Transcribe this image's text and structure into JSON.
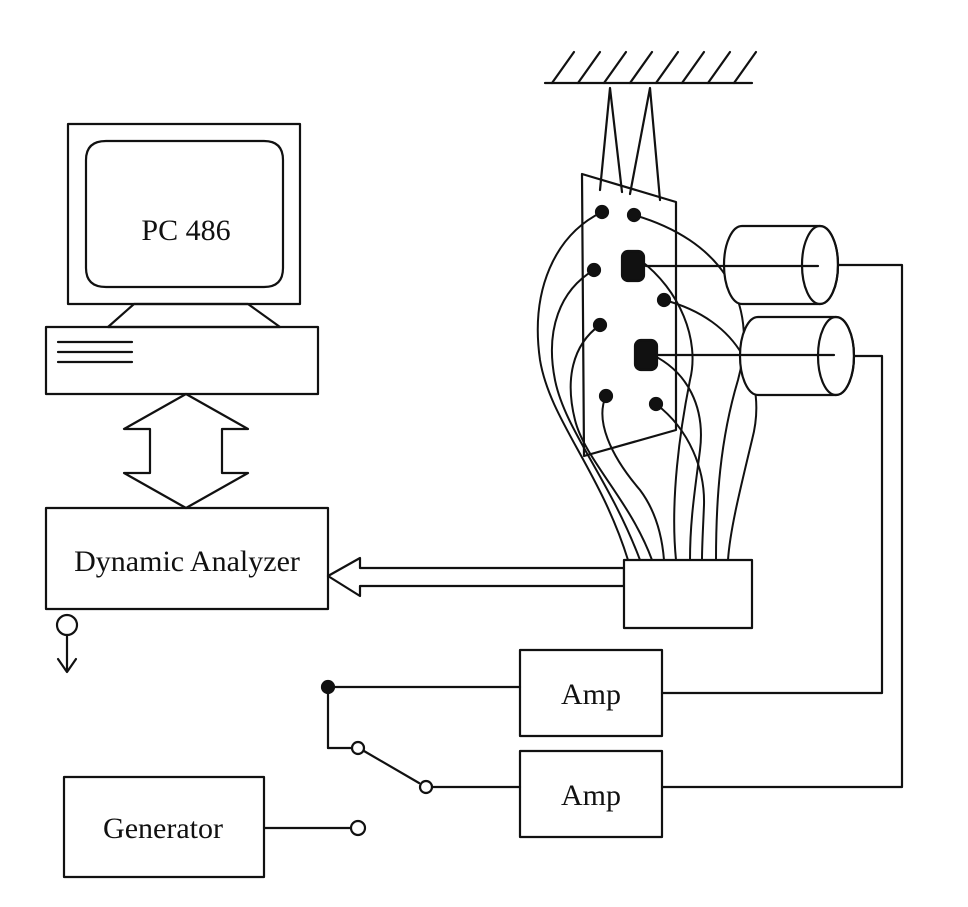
{
  "labels": {
    "pc": "PC 486",
    "analyzer": "Dynamic Analyzer",
    "amp_top": "Amp",
    "amp_bottom": "Amp",
    "generator": "Generator"
  },
  "colors": {
    "ink": "#111111",
    "background": "#ffffff"
  }
}
